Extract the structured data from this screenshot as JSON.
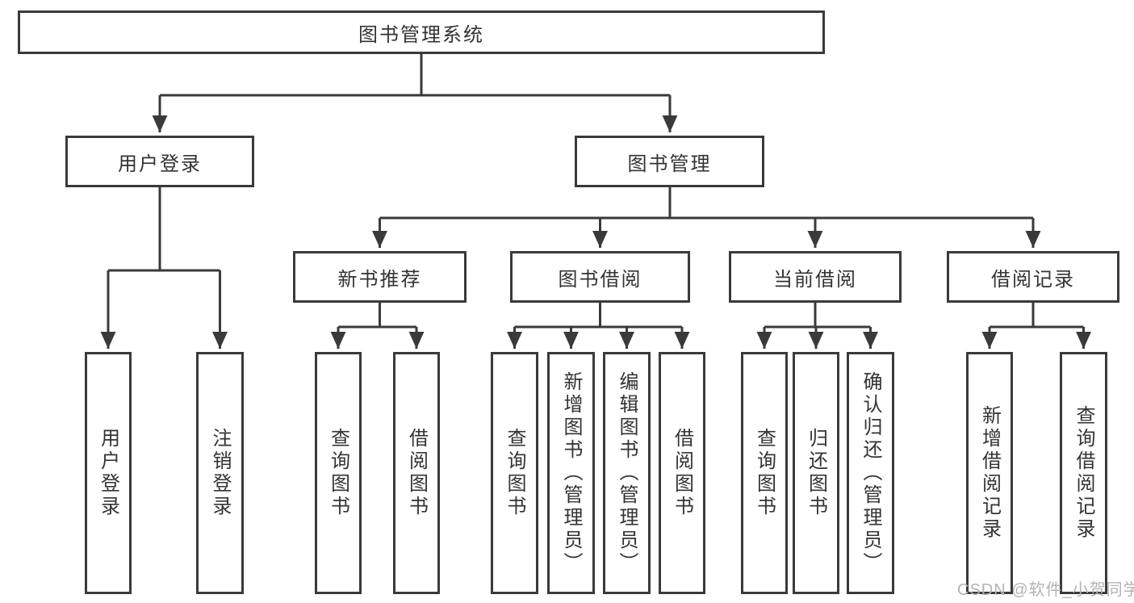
{
  "diagram_type": "hierarchy",
  "nodes": {
    "root": {
      "label": "图书管理系统"
    },
    "user_login": {
      "label": "用户登录"
    },
    "book_management": {
      "label": "图书管理"
    },
    "new_book_recommend": {
      "label": "新书推荐"
    },
    "book_borrowing": {
      "label": "图书借阅"
    },
    "current_borrowing": {
      "label": "当前借阅"
    },
    "borrowing_records": {
      "label": "借阅记录"
    },
    "leaf_user_login": {
      "label": "用户登录"
    },
    "leaf_logout_login": {
      "label": "注销登录"
    },
    "leaf_query_books_recommend": {
      "label": "查询图书"
    },
    "leaf_borrow_books_recommend": {
      "label": "借阅图书"
    },
    "leaf_query_books_borrowing": {
      "label": "查询图书"
    },
    "leaf_add_books_admin": {
      "label": "新增图书（管理员）"
    },
    "leaf_edit_books_admin": {
      "label": "编辑图书（管理员）"
    },
    "leaf_borrow_books_borrowing": {
      "label": "借阅图书"
    },
    "leaf_query_books_current": {
      "label": "查询图书"
    },
    "leaf_return_books": {
      "label": "归还图书"
    },
    "leaf_confirm_return_admin": {
      "label": "确认归还（管理员）"
    },
    "leaf_add_borrow_record": {
      "label": "新增借阅记录"
    },
    "leaf_query_borrow_record": {
      "label": "查询借阅记录"
    }
  },
  "edges": [
    {
      "from": "root",
      "to": "user_login"
    },
    {
      "from": "root",
      "to": "book_management"
    },
    {
      "from": "user_login",
      "to": "leaf_user_login"
    },
    {
      "from": "user_login",
      "to": "leaf_logout_login"
    },
    {
      "from": "book_management",
      "to": "new_book_recommend"
    },
    {
      "from": "book_management",
      "to": "book_borrowing"
    },
    {
      "from": "book_management",
      "to": "current_borrowing"
    },
    {
      "from": "book_management",
      "to": "borrowing_records"
    },
    {
      "from": "new_book_recommend",
      "to": "leaf_query_books_recommend"
    },
    {
      "from": "new_book_recommend",
      "to": "leaf_borrow_books_recommend"
    },
    {
      "from": "book_borrowing",
      "to": "leaf_query_books_borrowing"
    },
    {
      "from": "book_borrowing",
      "to": "leaf_add_books_admin"
    },
    {
      "from": "book_borrowing",
      "to": "leaf_edit_books_admin"
    },
    {
      "from": "book_borrowing",
      "to": "leaf_borrow_books_borrowing"
    },
    {
      "from": "current_borrowing",
      "to": "leaf_query_books_current"
    },
    {
      "from": "current_borrowing",
      "to": "leaf_return_books"
    },
    {
      "from": "current_borrowing",
      "to": "leaf_confirm_return_admin"
    },
    {
      "from": "borrowing_records",
      "to": "leaf_add_borrow_record"
    },
    {
      "from": "borrowing_records",
      "to": "leaf_query_borrow_record"
    }
  ],
  "watermark": {
    "text": "CSDN @软件_小贺同学"
  },
  "colors": {
    "line": "#3a3a3a",
    "border": "#3a3a3a",
    "text": "#333333",
    "watermark": "#b3b3b3",
    "background": "#ffffff"
  }
}
